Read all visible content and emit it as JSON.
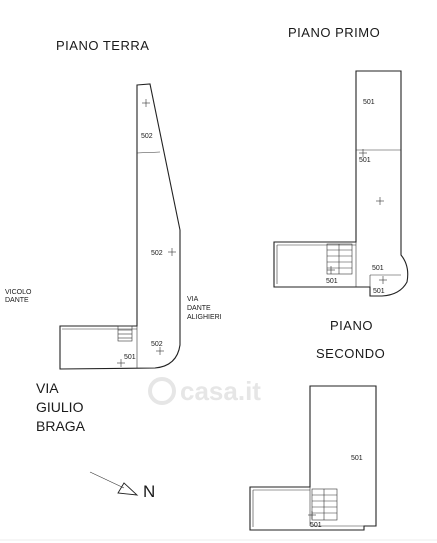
{
  "floors": {
    "ground": {
      "title": "PIANO TERRA",
      "room_labels": [
        "502",
        "502",
        "502",
        "501"
      ]
    },
    "first": {
      "title": "PIANO PRIMO",
      "room_labels": [
        "501",
        "501",
        "501",
        "501",
        "501"
      ]
    },
    "second": {
      "title_line1": "PIANO",
      "title_line2": "SECONDO",
      "room_labels": [
        "501",
        "501"
      ]
    }
  },
  "streets": {
    "vicolo_line1": "VICOLO",
    "vicolo_line2": "DANTE",
    "via_dante_line1": "VIA",
    "via_dante_line2": "DANTE",
    "via_dante_line3": "ALIGHIERI",
    "via_giulio_line1": "VIA",
    "via_giulio_line2": "GIULIO",
    "via_giulio_line3": "BRAGA"
  },
  "compass": {
    "label": "N",
    "icon": "north-arrow-icon"
  },
  "watermark": {
    "text": "casa.it"
  }
}
